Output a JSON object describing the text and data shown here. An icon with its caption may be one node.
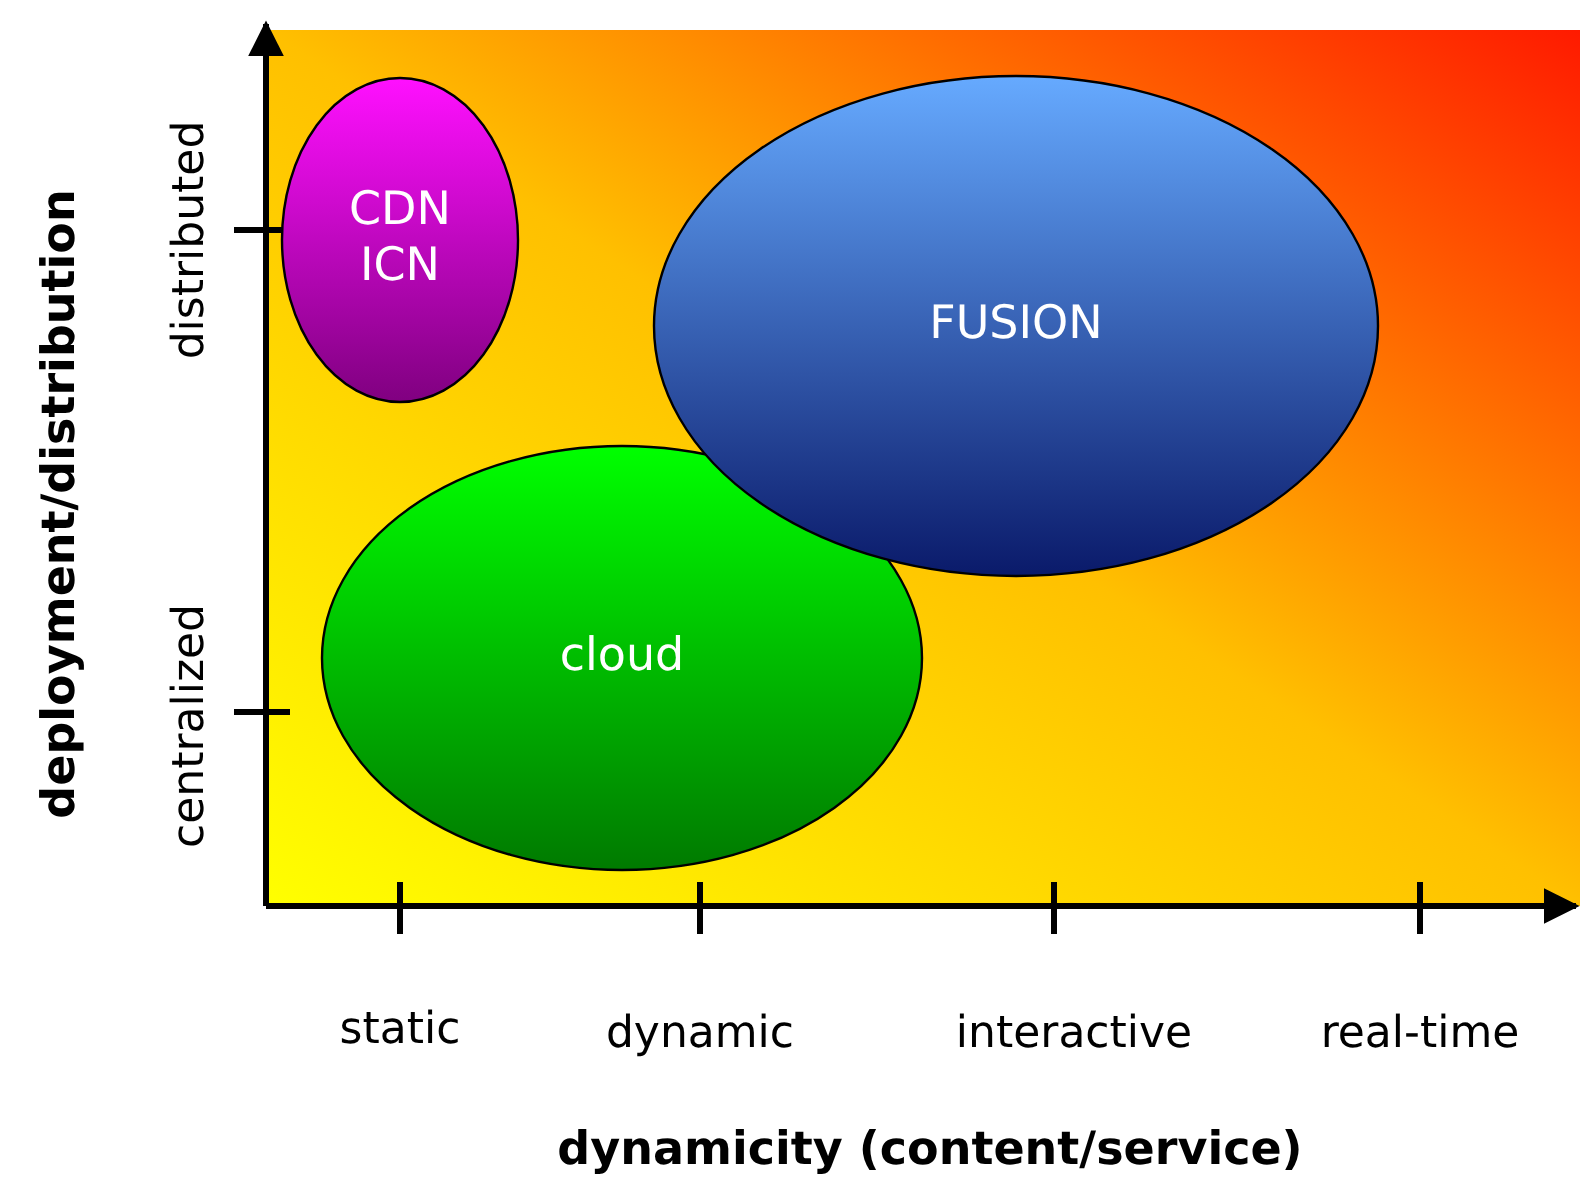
{
  "diagram": {
    "nodes": [
      {
        "text": [
          "CDN ICN"
        ]
      },
      {
        "text": [
          "FUSION"
        ]
      },
      {
        "text": [
          "cloud"
        ]
      }
    ],
    "labels": [
      "distributed",
      "centralized",
      "deployment/distribution",
      "static",
      "dynamic",
      "interactive",
      "real-time",
      "dynamicity (content/service)"
    ]
  }
}
